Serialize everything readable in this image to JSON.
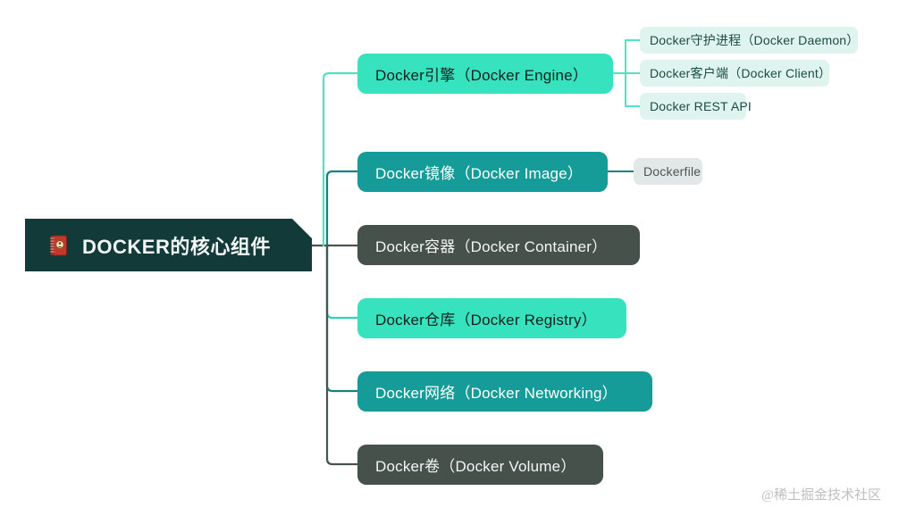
{
  "diagram": {
    "title": "DOCKER的核心组件",
    "watermark": "@稀土掘金技术社区",
    "root": {
      "label": "DOCKER的核心组件",
      "icon": "red-notebook-icon",
      "bg_color": "#123A39",
      "text_color": "#F2F6F4"
    },
    "colors": {
      "bright_mint": "#37E3BE",
      "teal": "#159C99",
      "dark_slate": "#47514C",
      "chip_mint": "#DFF4EE",
      "chip_grey": "#E2E8E7",
      "root_dark": "#123A39",
      "wire_mint": "#4FE3C0",
      "wire_teal": "#16817F",
      "wire_dark": "#4A544F",
      "canvas": "#FFFFFF"
    },
    "branches": [
      {
        "id": "engine",
        "label": "Docker引擎（Docker Engine）",
        "style": "bright",
        "children": [
          {
            "id": "daemon",
            "label": "Docker守护进程（Docker Daemon）",
            "style": "mint"
          },
          {
            "id": "client",
            "label": "Docker客户端（Docker Client）",
            "style": "mint"
          },
          {
            "id": "restapi",
            "label": "Docker REST API",
            "style": "mint"
          }
        ]
      },
      {
        "id": "image",
        "label": "Docker镜像（Docker Image）",
        "style": "teal",
        "children": [
          {
            "id": "dockerfile",
            "label": "Dockerfile",
            "style": "grey"
          }
        ]
      },
      {
        "id": "container",
        "label": "Docker容器（Docker Container）",
        "style": "dark",
        "children": []
      },
      {
        "id": "registry",
        "label": "Docker仓库（Docker Registry）",
        "style": "bright",
        "children": []
      },
      {
        "id": "networking",
        "label": "Docker网络（Docker Networking）",
        "style": "teal",
        "children": []
      },
      {
        "id": "volume",
        "label": "Docker卷（Docker Volume）",
        "style": "dark",
        "children": []
      }
    ]
  }
}
